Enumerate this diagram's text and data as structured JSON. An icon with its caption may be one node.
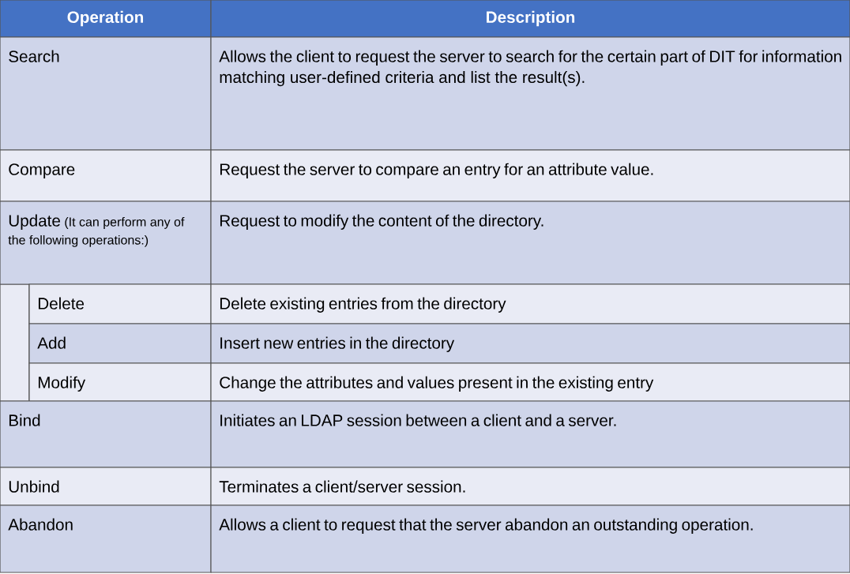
{
  "diagram": {
    "labels": [
      "Operation",
      "Description",
      "Search",
      "Allows the client to request the server to search for the certain part of DIT for information matching user-defined criteria and list the result(s).",
      "Compare",
      "Request the server to compare an entry for an attribute value.",
      "Update",
      "(It can perform any of the following operations:)",
      "Request to modify the content of the directory.",
      "Delete",
      "Delete existing entries from the directory",
      "Add",
      "Insert new entries in the directory",
      "Modify",
      "Change the attributes and values present in the existing entry",
      "Bind",
      "Initiates an LDAP session between a client and a server.",
      "Unbind",
      "Terminates a client/server session.",
      "Abandon",
      "Allows a client to request that the server abandon an outstanding operation."
    ]
  }
}
